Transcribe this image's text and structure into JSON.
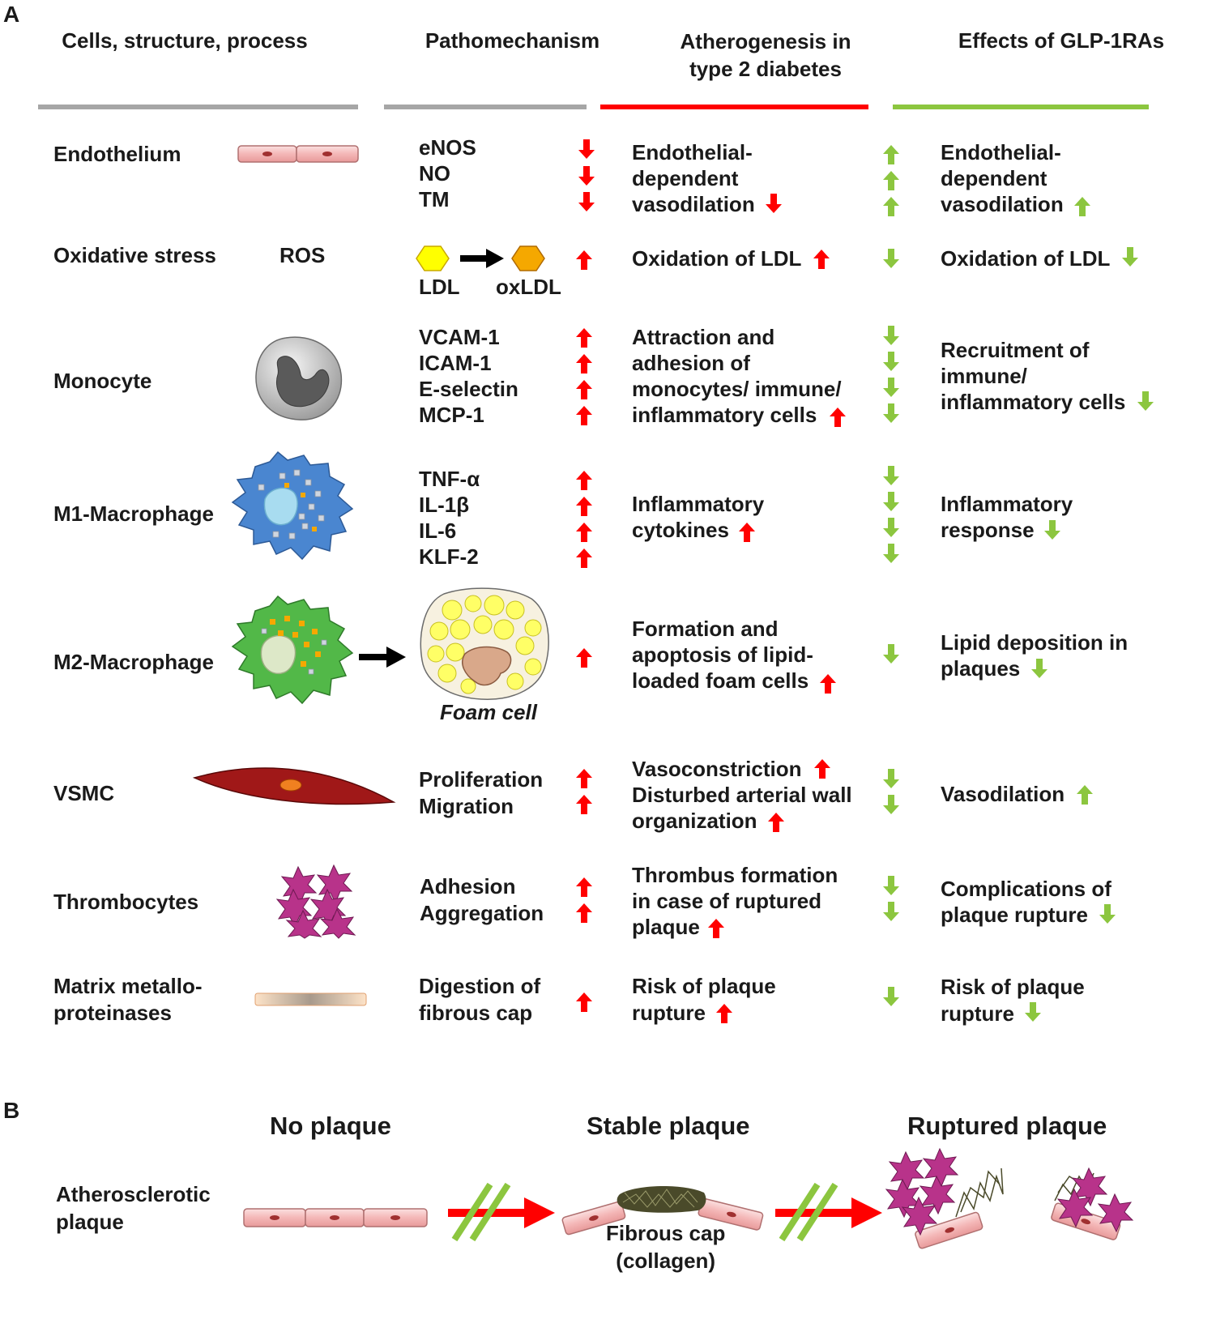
{
  "panel_a": "A",
  "panel_b": "B",
  "headers": {
    "col1": "Cells, structure, process",
    "col2": "Pathomechanism",
    "col3": "Atherogenesis  in\ntype 2 diabetes",
    "col4": "Effects of GLP-1RAs"
  },
  "colors": {
    "up_red": "#ff0000",
    "down_green": "#8cc63f",
    "line_grey": "#a6a6a6",
    "line_red": "#ff0000",
    "line_green": "#8cc63f"
  },
  "rows": [
    {
      "cell": "Endothelium",
      "mech": "eNOS\nNO\nTM",
      "athero": "Endothelial-\ndependent\nvasodilation",
      "athero_dir": "down",
      "glp": "Endothelial-\ndependent\nvasodilation",
      "glp_dir": "up"
    },
    {
      "cell": "Oxidative stress",
      "cell_extra": "ROS",
      "mech_a": "LDL",
      "mech_b": "oxLDL",
      "athero": "Oxidation  of LDL",
      "athero_dir": "up",
      "glp": "Oxidation  of LDL",
      "glp_dir": "down"
    },
    {
      "cell": "Monocyte",
      "mech": "VCAM-1\nICAM-1\nE-selectin\nMCP-1",
      "athero": "Attraction  and\nadhesion  of\nmonocytes/  immune/\ninflammatory  cells",
      "athero_dir": "up",
      "glp": "Recruitment  of\nimmune/\ninflammatory  cells",
      "glp_dir": "down"
    },
    {
      "cell": "M1-Macrophage",
      "mech": "TNF-α\nIL-1β\nIL-6\nKLF-2",
      "athero": "Inflammatory\ncytokines",
      "athero_dir": "up",
      "glp": "Inflammatory\nresponse",
      "glp_dir": "down"
    },
    {
      "cell": "M2-Macrophage",
      "mech_label": "Foam cell",
      "athero": "Formation  and\napoptosis  of lipid-\nloaded foam cells",
      "athero_dir": "up",
      "glp": "Lipid deposition  in\nplaques",
      "glp_dir": "down"
    },
    {
      "cell": "VSMC",
      "mech": "Proliferation\nMigration",
      "athero_1": "Vasoconstriction",
      "athero_2": "Disturbed arterial wall\norganization",
      "athero_dir": "up",
      "glp": "Vasodilation",
      "glp_dir": "up"
    },
    {
      "cell": "Thrombocytes",
      "mech": "Adhesion\nAggregation",
      "athero": "Thrombus formation\nin case of ruptured\nplaque",
      "athero_dir": "up",
      "glp": "Complications  of\nplaque rupture",
      "glp_dir": "down"
    },
    {
      "cell": "Matrix  metallo-\nproteinases",
      "mech": "Digestion  of\nfibrous cap",
      "athero": "Risk of plaque\nrupture",
      "athero_dir": "up",
      "glp": "Risk of plaque\nrupture",
      "glp_dir": "down"
    }
  ],
  "panel_b_content": {
    "stage1": "No plaque",
    "stage2": "Stable plaque",
    "stage3": "Ruptured plaque",
    "row_label": "Atherosclerotic\nplaque",
    "cap_label": "Fibrous cap\n(collagen)"
  }
}
